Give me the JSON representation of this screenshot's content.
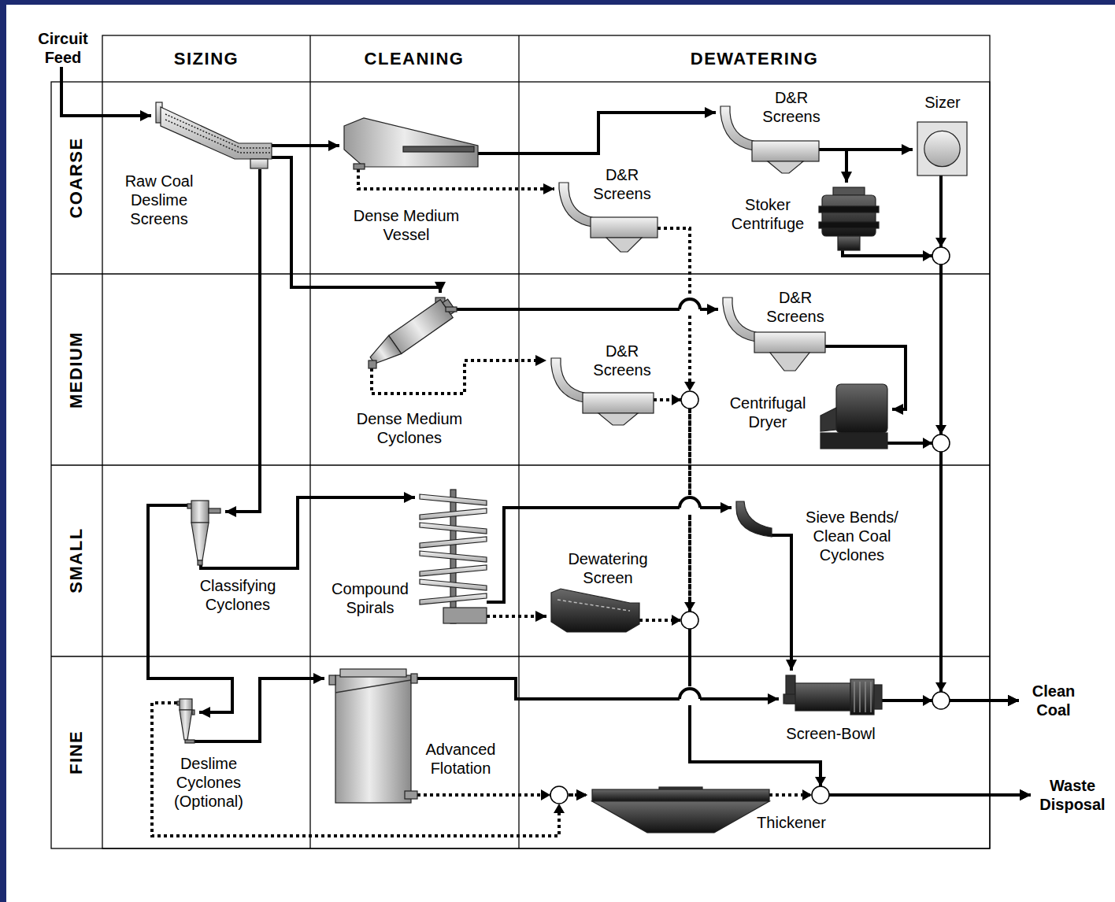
{
  "diagram": {
    "nodes": [
      {
        "text": [
          "Circuit Feed"
        ]
      },
      {
        "text": [
          "Raw Coal Deslime Screens"
        ]
      },
      {
        "text": [
          "Dense Medium Vessel"
        ]
      },
      {
        "text": [
          "D&R Screens"
        ]
      },
      {
        "text": [
          "Sizer"
        ]
      },
      {
        "text": [
          "D&R Screens"
        ]
      },
      {
        "text": [
          "Stoker Centrifuge"
        ]
      },
      {
        "text": [
          "Dense Medium Cyclones"
        ]
      },
      {
        "text": [
          "D&R Screens"
        ]
      },
      {
        "text": [
          "D&R Screens"
        ]
      },
      {
        "text": [
          "Centrifugal Dryer"
        ]
      },
      {
        "text": [
          "Classifying Cyclones"
        ]
      },
      {
        "text": [
          "Compound Spirals"
        ]
      },
      {
        "text": [
          "Sieve Bends/ Clean Coal Cyclones"
        ]
      },
      {
        "text": [
          "Dewatering Screen"
        ]
      },
      {
        "text": [
          "Deslime Cyclones (Optional)"
        ]
      },
      {
        "text": [
          "Advanced Flotation"
        ]
      },
      {
        "text": [
          "Screen-Bowl"
        ]
      },
      {
        "text": [
          "Thickener"
        ]
      },
      {
        "text": [
          "Clean Coal"
        ]
      },
      {
        "text": [
          "Waste Disposal"
        ]
      }
    ],
    "edges": [
      {
        "from": 0,
        "to": 1,
        "arrow": "to"
      },
      {
        "from": 1,
        "to": 2,
        "arrow": "to"
      },
      {
        "from": 1,
        "to": 7,
        "arrow": "to"
      },
      {
        "from": 1,
        "to": 11,
        "arrow": "to"
      },
      {
        "from": 2,
        "to": 3,
        "arrow": "to"
      },
      {
        "from": 2,
        "to": 5,
        "arrow": "to"
      },
      {
        "from": 3,
        "to": 4,
        "arrow": "to"
      },
      {
        "from": 3,
        "to": 6,
        "arrow": "to"
      },
      {
        "from": 4,
        "to": 19,
        "arrow": "to"
      },
      {
        "from": 6,
        "to": 19,
        "arrow": "to"
      },
      {
        "from": 7,
        "to": 8,
        "arrow": "to"
      },
      {
        "from": 7,
        "to": 9,
        "arrow": "to"
      },
      {
        "from": 8,
        "to": 10,
        "arrow": "to"
      },
      {
        "from": 10,
        "to": 19,
        "arrow": "to"
      },
      {
        "from": 5,
        "to": 20,
        "arrow": "to"
      },
      {
        "from": 9,
        "to": 20,
        "arrow": "to"
      },
      {
        "from": 11,
        "to": 12,
        "arrow": "to"
      },
      {
        "from": 11,
        "to": 15,
        "arrow": "to"
      },
      {
        "from": 15,
        "to": 16,
        "arrow": "to"
      },
      {
        "from": 15,
        "to": 18,
        "arrow": "to"
      },
      {
        "from": 16,
        "to": 17,
        "arrow": "to"
      },
      {
        "from": 16,
        "to": 18,
        "arrow": "to"
      },
      {
        "from": 12,
        "to": 13,
        "arrow": "to"
      },
      {
        "from": 12,
        "to": 14,
        "arrow": "to"
      },
      {
        "from": 13,
        "to": 17,
        "arrow": "to"
      },
      {
        "from": 14,
        "to": 20,
        "arrow": "to"
      },
      {
        "from": 17,
        "to": 19,
        "arrow": "to"
      },
      {
        "from": 18,
        "to": 20,
        "arrow": "to"
      }
    ],
    "labels": [
      "SIZING",
      "CLEANING",
      "DEWATERING",
      "COARSE",
      "MEDIUM",
      "SMALL",
      "FINE"
    ]
  }
}
